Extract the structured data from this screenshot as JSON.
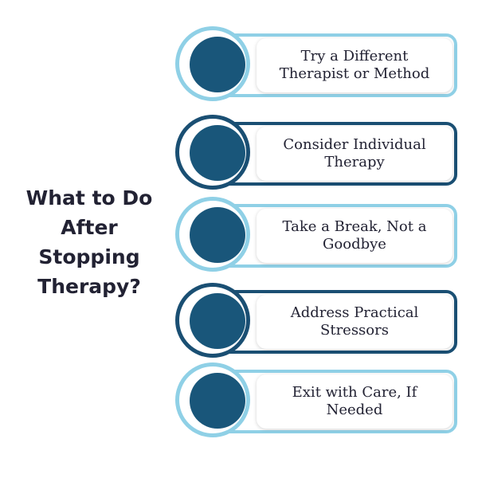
{
  "title": {
    "lines": [
      "What to Do",
      "After",
      "Stopping",
      "Therapy?"
    ]
  },
  "colors": {
    "dark_navy": "#1a4f73",
    "light_blue": "#8fd0e6",
    "circle_fill": "#19567a",
    "text": "#222233"
  },
  "steps": [
    {
      "line1": "Try a Different",
      "line2": "Therapist or Method"
    },
    {
      "line1": "Consider Individual",
      "line2": "Therapy"
    },
    {
      "line1": "Take a Break, Not a",
      "line2": "Goodbye"
    },
    {
      "line1": "Address Practical",
      "line2": "Stressors"
    },
    {
      "line1": "Exit with Care, If",
      "line2": "Needed"
    }
  ]
}
